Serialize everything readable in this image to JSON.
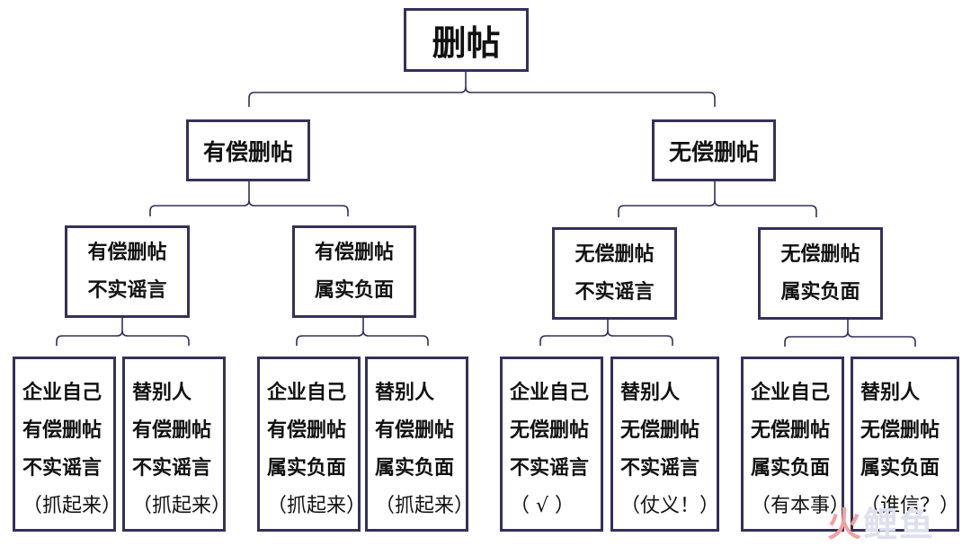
{
  "colors": {
    "border": "#35305a",
    "connector": "#35305a",
    "text": "#111111"
  },
  "root": {
    "label": "删帖"
  },
  "branches": [
    {
      "label": "有偿删帖",
      "groups": [
        {
          "lines": [
            "有偿删帖",
            "不实谣言"
          ],
          "leaves": [
            {
              "lines": [
                "企业自己",
                "有偿删帖",
                "不实谣言"
              ],
              "note": "（抓起来）"
            },
            {
              "lines": [
                "替别人",
                "有偿删帖",
                "不实谣言"
              ],
              "note": "（抓起来）"
            }
          ]
        },
        {
          "lines": [
            "有偿删帖",
            "属实负面"
          ],
          "leaves": [
            {
              "lines": [
                "企业自己",
                "有偿删帖",
                "属实负面"
              ],
              "note": "（抓起来）"
            },
            {
              "lines": [
                "替别人",
                "有偿删帖",
                "属实负面"
              ],
              "note": "（抓起来）"
            }
          ]
        }
      ]
    },
    {
      "label": "无偿删帖",
      "groups": [
        {
          "lines": [
            "无偿删帖",
            "不实谣言"
          ],
          "leaves": [
            {
              "lines": [
                "企业自己",
                "无偿删帖",
                "不实谣言"
              ],
              "note": "（ √ ）"
            },
            {
              "lines": [
                "替别人",
                "无偿删帖",
                "不实谣言"
              ],
              "note": "（仗义！）"
            }
          ]
        },
        {
          "lines": [
            "无偿删帖",
            "属实负面"
          ],
          "leaves": [
            {
              "lines": [
                "企业自己",
                "无偿删帖",
                "属实负面"
              ],
              "note": "（有本事）"
            },
            {
              "lines": [
                "替别人",
                "无偿删帖",
                "属实负面"
              ],
              "note": "（谁信？）"
            }
          ]
        }
      ]
    }
  ],
  "watermark": {
    "text": "火鲤鱼"
  }
}
